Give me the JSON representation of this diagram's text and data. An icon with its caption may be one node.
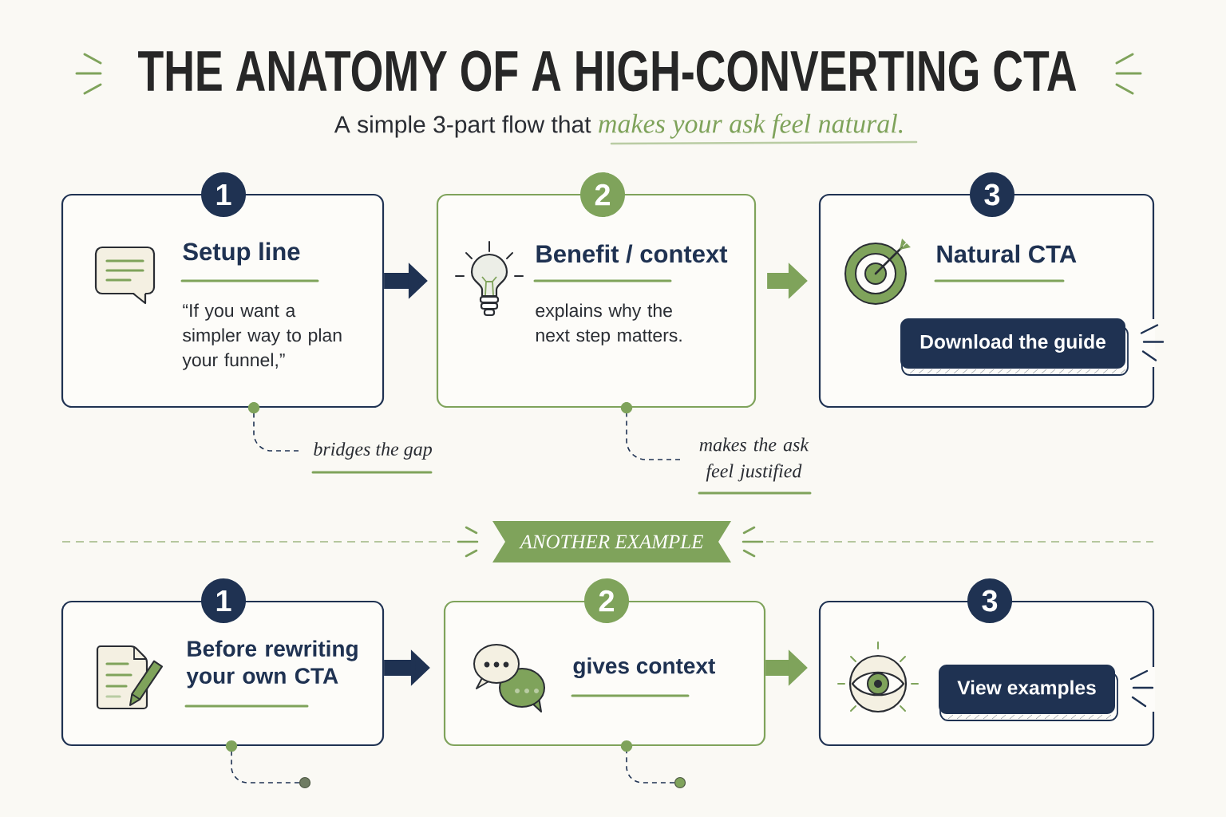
{
  "diagram": {
    "title": "THE ANATOMY OF A HIGH-CONVERTING CTA",
    "nodes": [
      {
        "text": [
          "1"
        ]
      },
      {
        "text": [
          "Setup line",
          "“If you want a simpler way to plan your funnel,”"
        ]
      },
      {
        "text": [
          "2"
        ]
      },
      {
        "text": [
          "Benefit / context",
          "explains why the next step matters."
        ]
      },
      {
        "text": [
          "3"
        ]
      },
      {
        "text": [
          "Natural CTA"
        ]
      },
      {
        "text": [
          "Download the guide"
        ],
        "in": 5
      },
      {
        "text": [
          "bridges the gap"
        ]
      },
      {
        "text": [
          "makes the ask feel justified"
        ]
      },
      {
        "text": [
          "ANOTHER EXAMPLE"
        ]
      },
      {
        "text": [
          "1"
        ]
      },
      {
        "text": [
          "Before rewriting your own CTA"
        ]
      },
      {
        "text": [
          "2"
        ]
      },
      {
        "text": [
          "gives context"
        ]
      },
      {
        "text": [
          "3"
        ]
      },
      {
        "text": [],
        "shape": "box"
      },
      {
        "text": [
          "View examples"
        ],
        "in": 15
      },
      {
        "text": [],
        "shape": "circle"
      },
      {
        "text": [],
        "shape": "circle"
      }
    ],
    "edges": [
      {
        "from": 1,
        "to": 3,
        "arrow": "to",
        "style": "thick"
      },
      {
        "from": 3,
        "to": 5,
        "arrow": "to",
        "style": "thick",
        "color": "#7fa35b"
      },
      {
        "from": 7,
        "to": 1,
        "arrow": "other",
        "style": "dashed"
      },
      {
        "from": 8,
        "to": 3,
        "arrow": "other",
        "style": "dashed"
      },
      {
        "from": 11,
        "to": 13,
        "arrow": "to",
        "style": "thick"
      },
      {
        "from": 13,
        "to": 15,
        "arrow": "to",
        "style": "thick",
        "color": "#7fa35b"
      },
      {
        "from": 17,
        "to": 11,
        "arrow": "other",
        "style": "dashed"
      },
      {
        "from": 18,
        "to": 13,
        "arrow": "other",
        "style": "dashed"
      }
    ],
    "labels": [
      "A simple 3-part flow that *makes your ask feel natural.*"
    ]
  }
}
